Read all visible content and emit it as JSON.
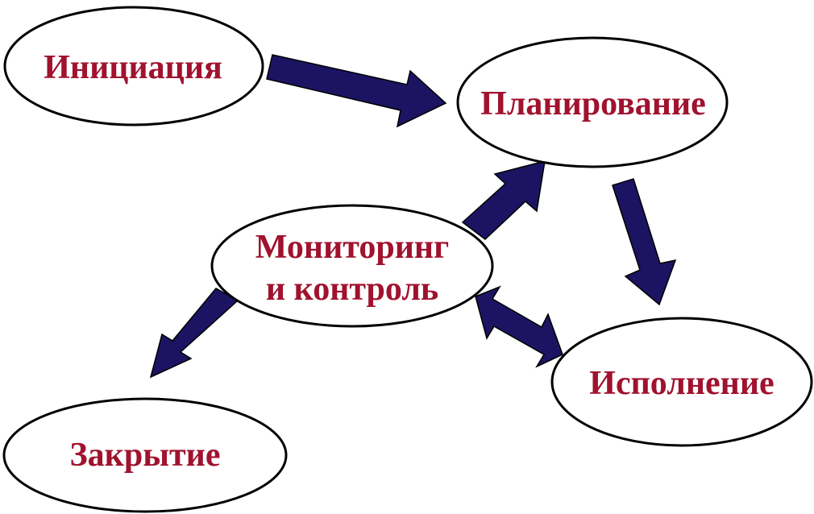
{
  "colors": {
    "label_text": "#a0122e",
    "arrow_fill": "#1c1462",
    "ellipse_stroke": "#000000",
    "ellipse_fill": "#ffffff"
  },
  "nodes": {
    "initiation": {
      "label": "Инициация"
    },
    "planning": {
      "label": "Планирование"
    },
    "monitoring": {
      "line1": "Мониторинг",
      "line2": "и контроль"
    },
    "execution": {
      "label": "Исполнение"
    },
    "closing": {
      "label": "Закрытие"
    }
  }
}
